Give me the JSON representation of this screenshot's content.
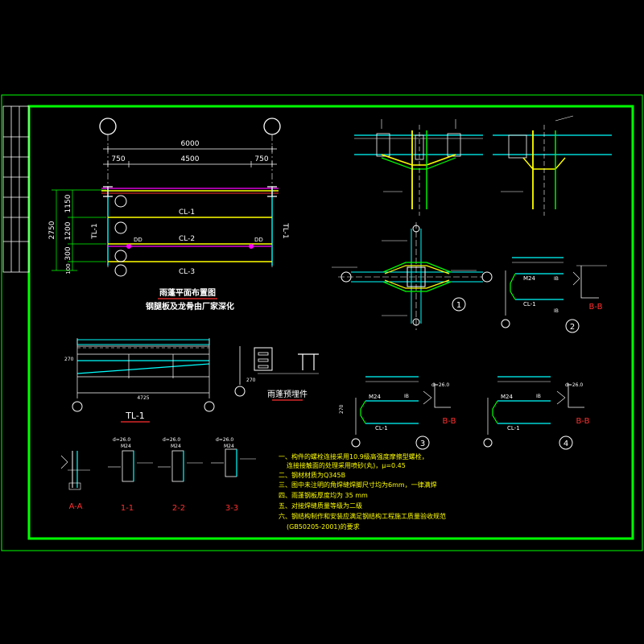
{
  "colors": {
    "background": "#000000",
    "frame": "#00ff00",
    "line": "#ffffff",
    "beam": "#00ffff",
    "accent": "#ffff00",
    "column": "#ff00ff",
    "title": "#ff3030"
  },
  "plan": {
    "dim_total": "6000",
    "dim_left": "750",
    "dim_mid": "4500",
    "dim_right": "750",
    "dim_vertical_total": "2750",
    "dim_v1": "1150",
    "dim_v2": "1200",
    "dim_v3": "300",
    "dim_v4": "100",
    "beam_labels": [
      "CL-1",
      "CL-2",
      "CL-3"
    ],
    "tl_left": "TL-1",
    "tl_right": "TL-1",
    "dd_left": "DD",
    "dd_right": "DD",
    "title": "雨蓬平面布置图",
    "subtitle": "钢腿板及龙骨由厂家深化"
  },
  "elevation": {
    "title": "TL-1",
    "left_dims": "270",
    "bottom_dim": "4725"
  },
  "embed": {
    "title": "雨蓬预埋件",
    "dim": "270"
  },
  "details": {
    "circle_1": "1",
    "circle_2": "2",
    "circle_3": "3",
    "circle_4": "4",
    "beam_cl1": "CL-1",
    "beam_cl1b": "CL-1",
    "bolt_spec": "M24",
    "plate_spec": "d=26.0",
    "web_dim": "270",
    "small_label": "IB"
  },
  "sections": {
    "bb_a": "B-B",
    "bb_b": "B-B",
    "bb_c": "B-B",
    "aa": "A-A",
    "s11": "1-1",
    "s22": "2-2",
    "s33": "3-3"
  },
  "notes": [
    "一、构件的螺栓连接采用10.9级高强度摩擦型螺栓，",
    "连接接触面的处理采用喷砂(丸)，μ=0.45",
    "二、钢材材质为Q345B",
    "三、图中未注明的角焊缝焊脚尺寸均为6mm，一律满焊",
    "四、雨蓬钢板厚度均为 35 mm",
    "五、对接焊缝质量等级为二级",
    "六、钢结构制作和安装应满足钢结构工程施工质量验收规范",
    "(GB50205-2001)的要求"
  ]
}
